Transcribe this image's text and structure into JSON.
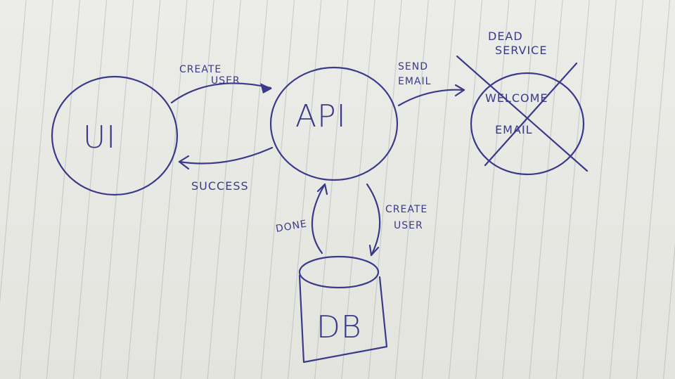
{
  "diagram": {
    "nodes": {
      "ui": "UI",
      "api": "API",
      "welcome_email": [
        "WELCOME",
        "EMAIL"
      ],
      "db": "DB"
    },
    "edges": {
      "create_user_ui_api": [
        "CREATE",
        "USER"
      ],
      "success": "SUCCESS",
      "send_email": [
        "SEND",
        "EMAIL"
      ],
      "create_user_api_db": [
        "CREATE",
        "USER"
      ],
      "done": "DONE"
    },
    "annotations": {
      "dead_service": [
        "DEAD",
        "SERVICE"
      ]
    },
    "colors": {
      "ink": "#3b3a8a",
      "paper": "#e9e9e5"
    }
  }
}
